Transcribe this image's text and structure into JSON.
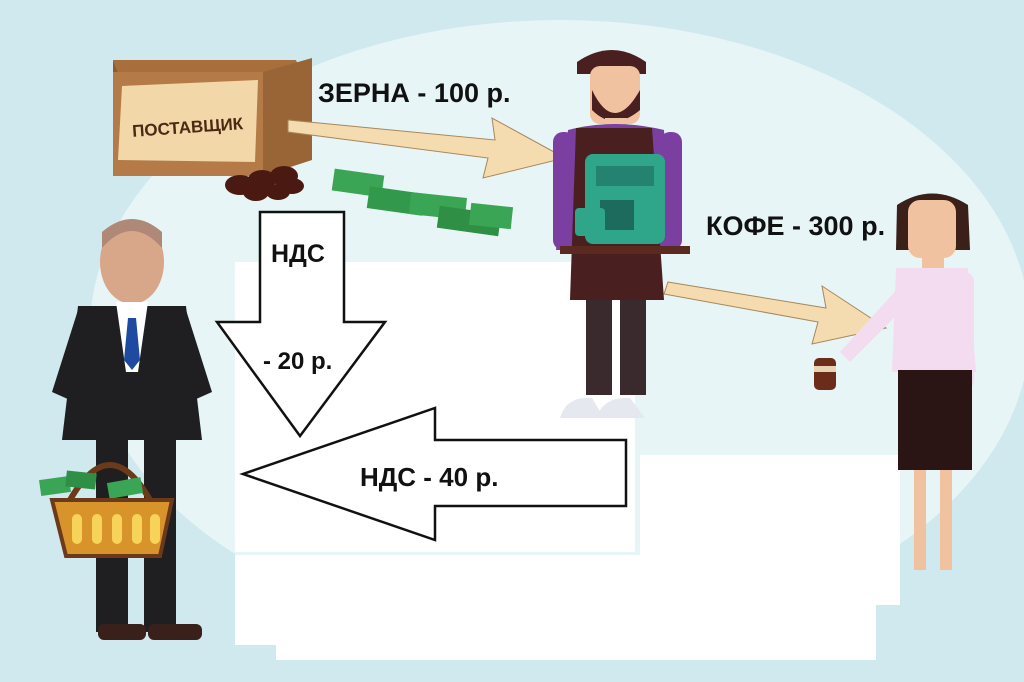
{
  "labels": {
    "supplier": "ПОСТАВЩИК",
    "grains": "ЗЕРНА - 100 р.",
    "coffee": "КОФЕ - 300 р.",
    "vat": "НДС",
    "vat_minus_20": "- 20 р.",
    "vat_40": "НДС - 40 р."
  },
  "colors": {
    "background": "#cfe9ee",
    "bubble": "#e7f5f7",
    "box": "#b07a4a",
    "money": "#3aa655",
    "barista_apron": "#4a1f1f",
    "coffee_machine": "#2fa58a",
    "customer_skirt": "#2a1414",
    "official_suit": "#1f1f22",
    "basket": "#d8942a"
  },
  "icons": [
    "supplier-box-icon",
    "coffee-beans-icon",
    "money-bills-icon",
    "barista-icon",
    "coffee-machine-icon",
    "customer-woman-icon",
    "coffee-cup-icon",
    "tax-official-icon",
    "money-basket-icon"
  ]
}
